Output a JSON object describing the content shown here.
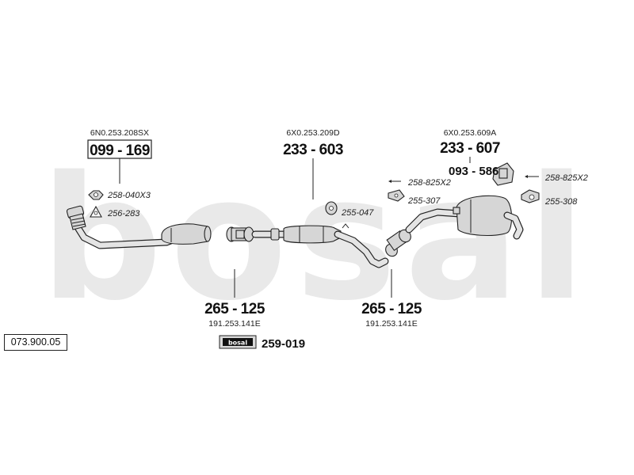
{
  "watermark": {
    "text": "bosal",
    "color": "#e9e9e9"
  },
  "diagram_ref": "073.900.05",
  "parts": {
    "downpipe": {
      "oem": "6N0.253.208SX",
      "part_no": "099 - 169"
    },
    "front_silencer": {
      "oem": "6X0.253.209D",
      "part_no": "233 - 603"
    },
    "rear_silencer": {
      "oem": "6X0.253.609A",
      "part_no": "233 - 607"
    },
    "heat_shield": {
      "part_no": "093 - 586"
    },
    "clamp_front": {
      "part_no": "265 - 125",
      "oem": "191.253.141E"
    },
    "clamp_rear": {
      "part_no": "265 - 125",
      "oem": "191.253.141E"
    },
    "mounting_kit": {
      "badge": "bosal",
      "part_no": "259-019"
    }
  },
  "accessories": {
    "nut": "258-040X3",
    "gasket": "256-283",
    "rubber_mid": "255-047",
    "bolt_left": "258-825X2",
    "hanger_left": "255-307",
    "bolt_right": "258-825X2",
    "hanger_right": "255-308"
  }
}
